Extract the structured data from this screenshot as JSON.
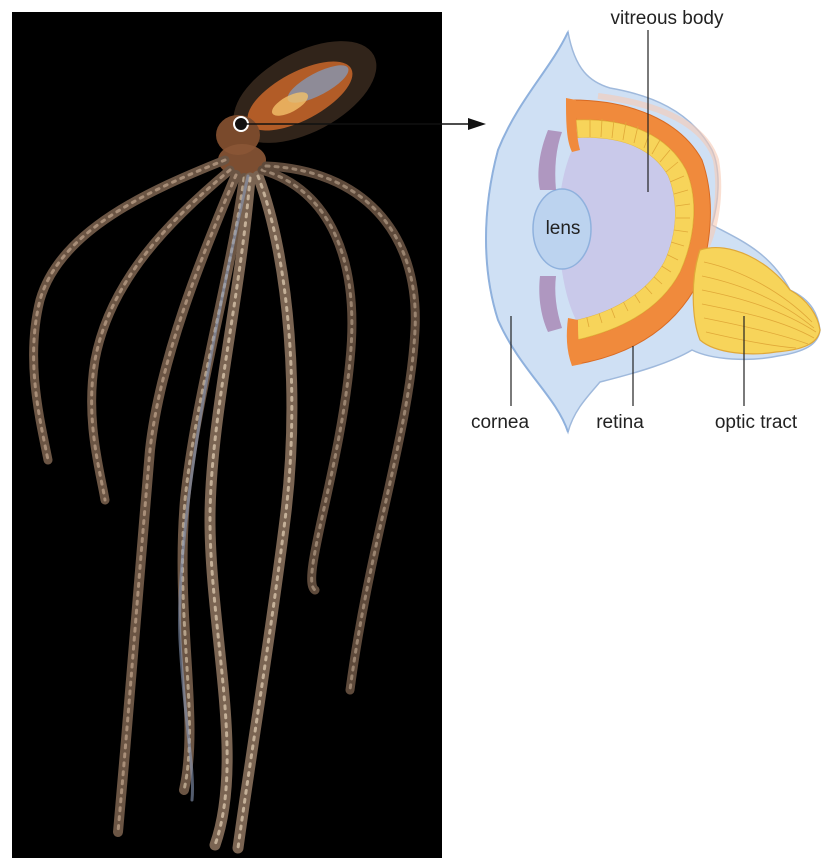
{
  "figure": {
    "photo": {
      "subject": "octopus-photo"
    },
    "eye_diagram": {
      "labels": {
        "vitreous_body": "vitreous body",
        "lens": "lens",
        "cornea": "cornea",
        "retina": "retina",
        "optic_tract": "optic tract"
      }
    },
    "colors": {
      "photo_background": "#000000",
      "sclera_blue": "#cfe0f4",
      "retina_orange": "#f08a3c",
      "retina_yellow": "#f7d45a",
      "vitreous": "#c9c9ea",
      "label_text": "#222222"
    }
  }
}
